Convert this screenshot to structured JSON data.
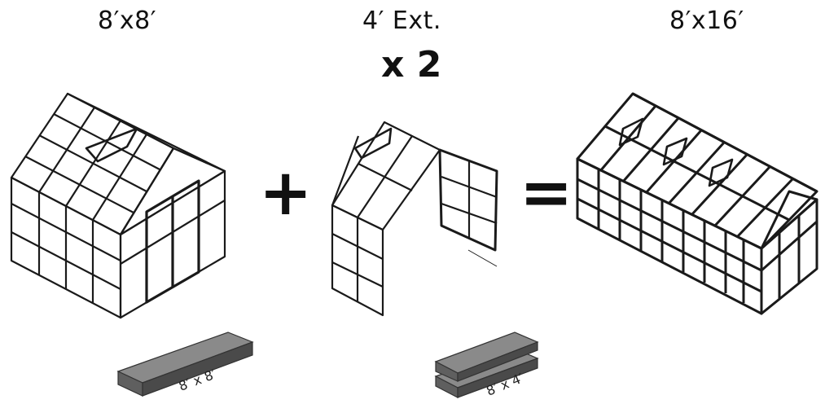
{
  "top_labels": {
    "left": "8′x8′",
    "middle": "4′ Ext.",
    "right": "8′x16′"
  },
  "multiplier": "x 2",
  "operators": {
    "plus": "+",
    "equals": "="
  },
  "boxes": {
    "left_label": "8′ x 8′",
    "right_label": "8′ x 4′"
  },
  "colors": {
    "line": "#1a1a1a",
    "box_top": "#8a8a8a",
    "box_front": "#5f5f5f",
    "box_side": "#4a4a4a"
  }
}
